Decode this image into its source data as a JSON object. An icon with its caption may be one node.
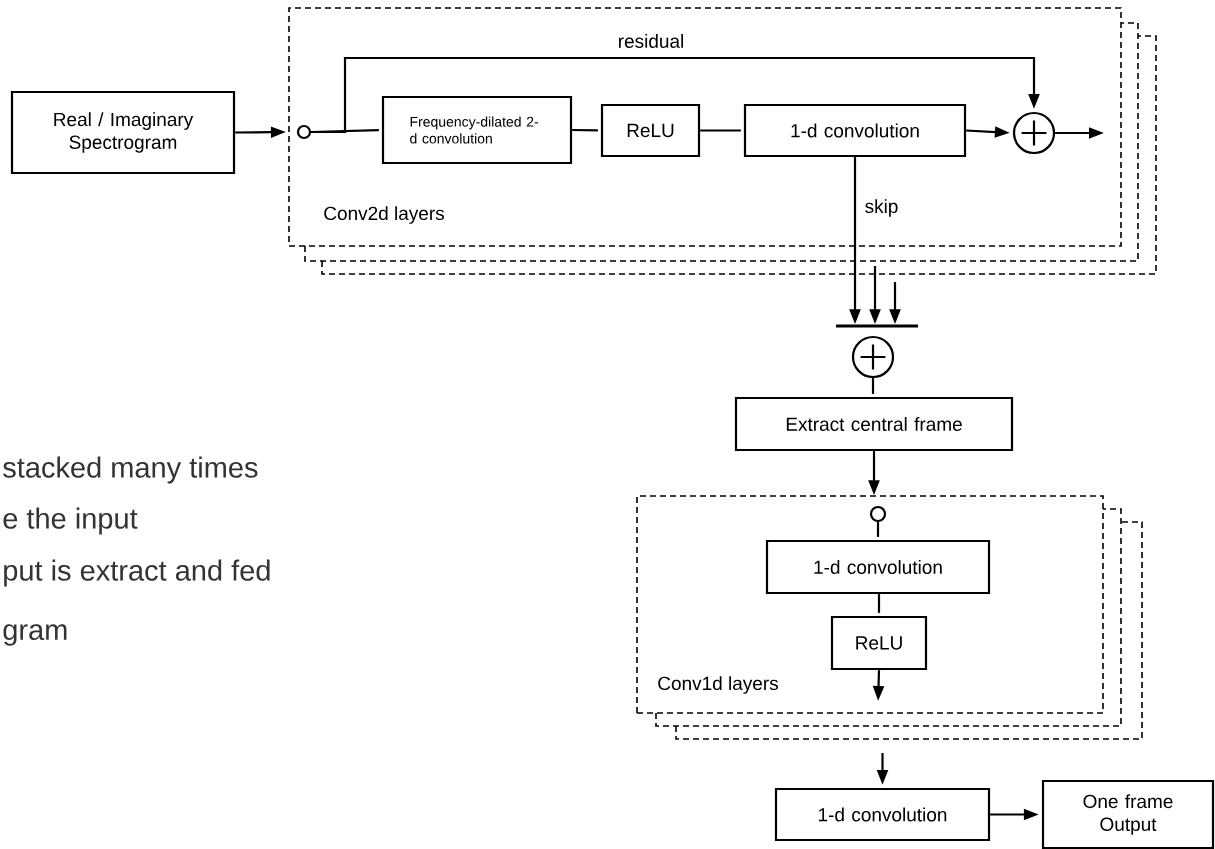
{
  "diagram": {
    "nodes": [
      {
        "text": [
          "Conv2d layers"
        ]
      },
      {
        "text": [
          "Real / Imaginary Spectrogram"
        ]
      },
      {
        "text": [],
        "shape": "circle",
        "in": 0
      },
      {
        "text": [
          "Frequency-dilated 2-d convolution"
        ],
        "in": 0
      },
      {
        "text": [
          "ReLU"
        ],
        "in": 0
      },
      {
        "text": [
          "1-d convolution"
        ],
        "in": 0
      },
      {
        "text": [],
        "shape": "circle",
        "in": 0
      },
      {
        "text": [],
        "shape": "bar"
      },
      {
        "text": [],
        "shape": "circle"
      },
      {
        "text": [
          "Extract central frame"
        ]
      },
      {
        "text": [
          "Conv1d layers"
        ]
      },
      {
        "text": [],
        "shape": "circle",
        "in": 10
      },
      {
        "text": [
          "1-d convolution"
        ],
        "in": 10
      },
      {
        "text": [
          "ReLU"
        ],
        "in": 10
      },
      {
        "text": [
          "1-d convolution"
        ]
      },
      {
        "text": [
          "One frame Output"
        ]
      }
    ],
    "edges": [
      {
        "from": 1,
        "to": 2,
        "arrow": "to"
      },
      {
        "from": 2,
        "to": 3,
        "arrow": "none"
      },
      {
        "from": 2,
        "to": 6,
        "arrow": "to",
        "label": "residual"
      },
      {
        "from": 3,
        "to": 4,
        "arrow": "none"
      },
      {
        "from": 4,
        "to": 5,
        "arrow": "none"
      },
      {
        "from": 5,
        "to": 6,
        "arrow": "to"
      },
      {
        "from": 6,
        "to": null,
        "arrow": "to"
      },
      {
        "from": 5,
        "to": 7,
        "arrow": "to",
        "label": "skip"
      },
      {
        "from": null,
        "to": 7,
        "arrow": "to"
      },
      {
        "from": null,
        "to": 7,
        "arrow": "to"
      },
      {
        "from": 8,
        "to": 9,
        "arrow": "none"
      },
      {
        "from": 9,
        "to": 10,
        "arrow": "to"
      },
      {
        "from": 11,
        "to": 12,
        "arrow": "none"
      },
      {
        "from": 12,
        "to": 13,
        "arrow": "none"
      },
      {
        "from": 13,
        "to": null,
        "arrow": "to"
      },
      {
        "from": null,
        "to": 14,
        "arrow": "to"
      },
      {
        "from": 14,
        "to": 15,
        "arrow": "to"
      }
    ],
    "labels": [
      "stacked many times",
      "e the input",
      "put is extract and fed",
      "gram"
    ]
  }
}
